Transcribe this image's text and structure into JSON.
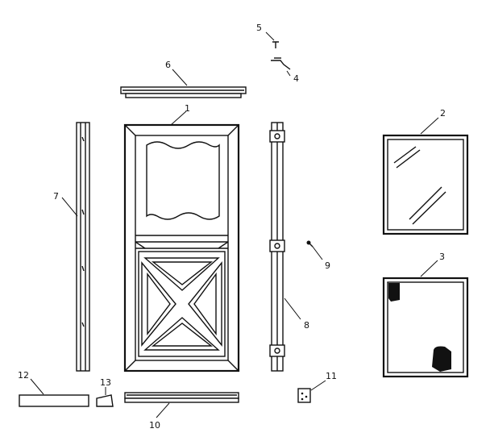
{
  "callouts": [
    {
      "id": "c1",
      "text": "1"
    },
    {
      "id": "c2",
      "text": "2"
    },
    {
      "id": "c3",
      "text": "3"
    },
    {
      "id": "c4",
      "text": "4"
    },
    {
      "id": "c5",
      "text": "5"
    },
    {
      "id": "c6",
      "text": "6"
    },
    {
      "id": "c7",
      "text": "7"
    },
    {
      "id": "c8",
      "text": "8"
    },
    {
      "id": "c9",
      "text": "9"
    },
    {
      "id": "c10",
      "text": "10"
    },
    {
      "id": "c11",
      "text": "11"
    },
    {
      "id": "c12",
      "text": "12"
    },
    {
      "id": "c13",
      "text": "13"
    }
  ]
}
